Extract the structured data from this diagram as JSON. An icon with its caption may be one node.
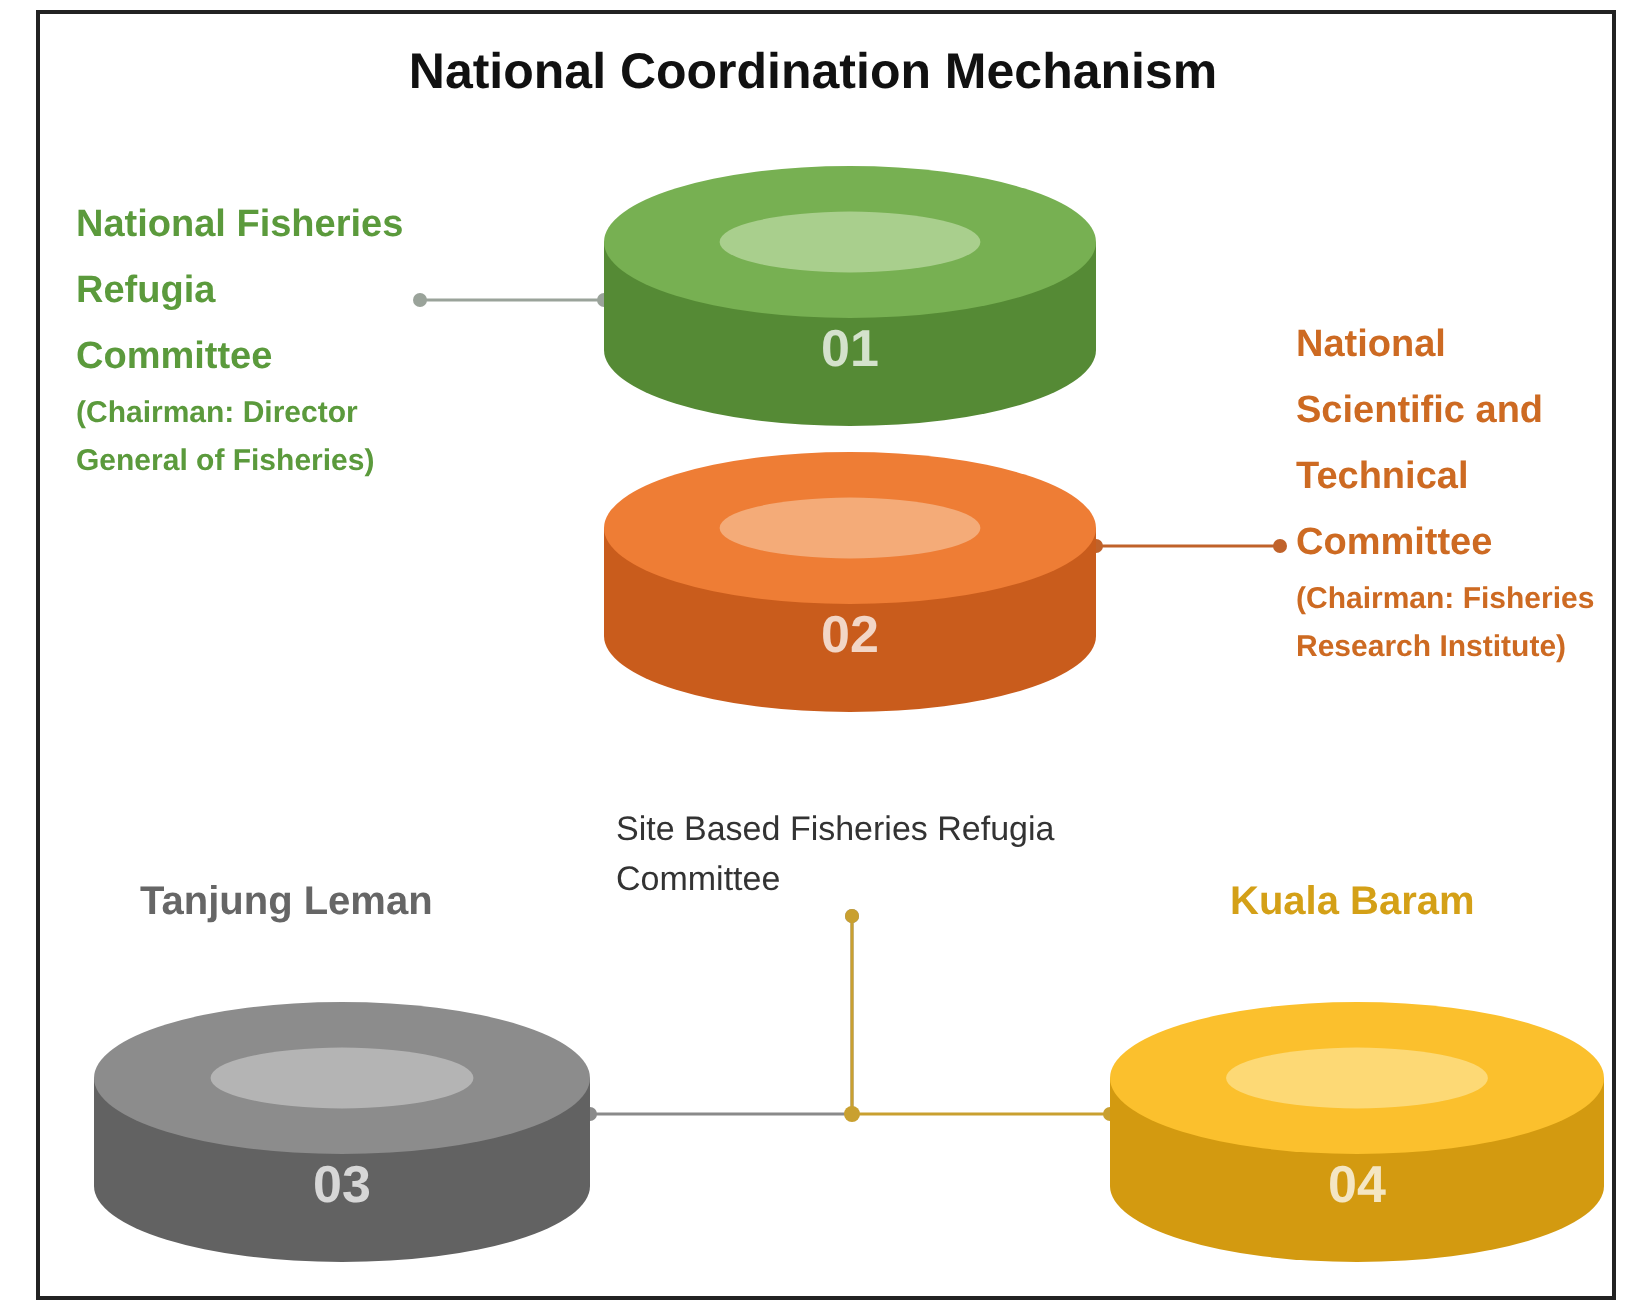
{
  "diagram": {
    "title": "National Coordination Mechanism",
    "nodes": [
      {
        "text": [
          "01"
        ]
      },
      {
        "text": [
          "National Fisheries Refugia Committee",
          "(Chairman: Director General of Fisheries)"
        ]
      },
      {
        "text": [
          "02"
        ]
      },
      {
        "text": [
          "National Scientific and Technical Committee",
          "(Chairman: Fisheries Research Institute)"
        ]
      },
      {
        "text": [
          "Site Based Fisheries Refugia Committee"
        ]
      },
      {
        "text": [
          "03"
        ],
        "beside": [
          "Tanjung Leman"
        ]
      },
      {
        "text": [
          "04"
        ],
        "beside": [
          "Kuala Baram"
        ]
      }
    ],
    "edges": [
      {
        "from": 1,
        "to": 0,
        "arrow": "other",
        "color": "#9aa39a"
      },
      {
        "from": 2,
        "to": 3,
        "arrow": "other",
        "color": "#c0622a"
      },
      {
        "from": 4,
        "to": 5,
        "arrow": "other",
        "color": "#8a8a8a"
      },
      {
        "from": 4,
        "to": 6,
        "arrow": "other",
        "color": "#c9a030"
      }
    ]
  }
}
